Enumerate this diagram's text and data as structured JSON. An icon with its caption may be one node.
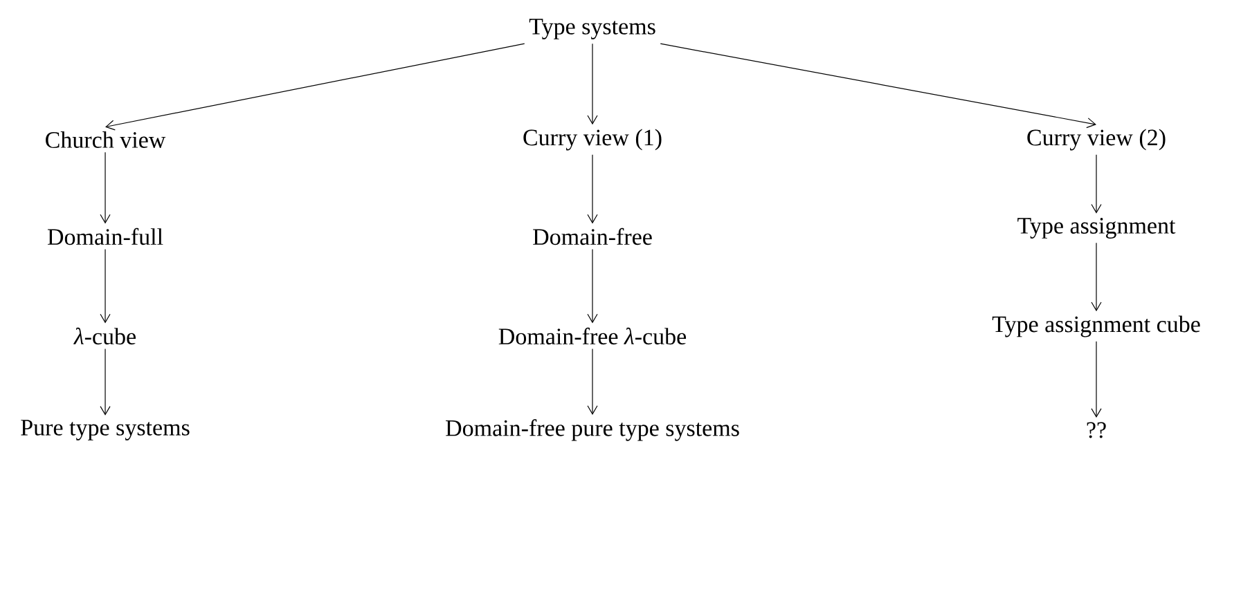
{
  "diagram": {
    "nodes": [
      {
        "text": [
          "Type systems"
        ]
      },
      {
        "text": [
          "Church view"
        ]
      },
      {
        "text": [
          "Curry view (1)"
        ]
      },
      {
        "text": [
          "Curry view (2)"
        ]
      },
      {
        "text": [
          "Domain-full"
        ]
      },
      {
        "text": [
          "Domain-free"
        ]
      },
      {
        "text": [
          "Type assignment"
        ]
      },
      {
        "text": [
          "*λ*-cube"
        ]
      },
      {
        "text": [
          "Domain-free *λ*-cube"
        ]
      },
      {
        "text": [
          "Type assignment cube"
        ]
      },
      {
        "text": [
          "Pure type systems"
        ]
      },
      {
        "text": [
          "Domain-free pure type systems"
        ]
      },
      {
        "text": [
          "??"
        ]
      }
    ],
    "edges": [
      {
        "from": 0,
        "to": 1,
        "arrow": "to"
      },
      {
        "from": 0,
        "to": 2,
        "arrow": "to"
      },
      {
        "from": 0,
        "to": 3,
        "arrow": "to"
      },
      {
        "from": 1,
        "to": 4,
        "arrow": "to"
      },
      {
        "from": 2,
        "to": 5,
        "arrow": "to"
      },
      {
        "from": 3,
        "to": 6,
        "arrow": "to"
      },
      {
        "from": 4,
        "to": 7,
        "arrow": "to"
      },
      {
        "from": 5,
        "to": 8,
        "arrow": "to"
      },
      {
        "from": 6,
        "to": 9,
        "arrow": "to"
      },
      {
        "from": 7,
        "to": 10,
        "arrow": "to"
      },
      {
        "from": 8,
        "to": 11,
        "arrow": "to"
      },
      {
        "from": 9,
        "to": 12,
        "arrow": "to"
      }
    ]
  }
}
